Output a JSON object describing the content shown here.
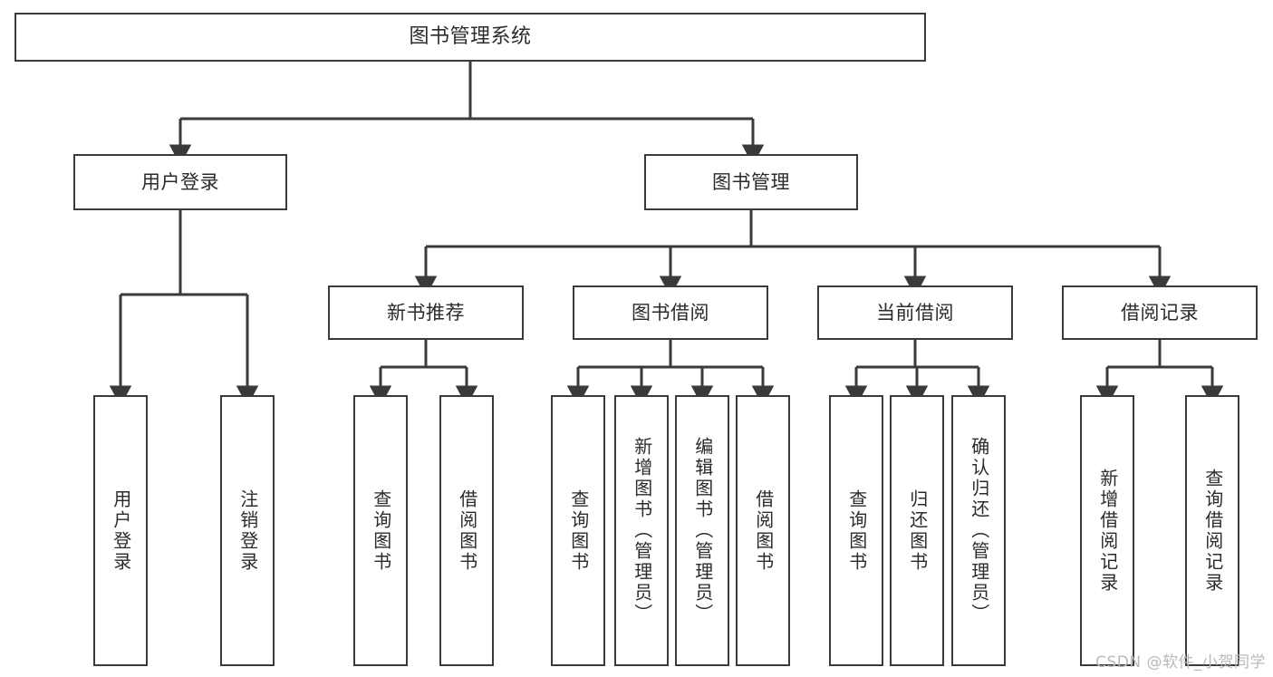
{
  "diagram": {
    "title": "图书管理系统",
    "watermark": "CSDN @软件_小贺同学",
    "colors": {
      "stroke": "#3a3a3a",
      "background": "#ffffff",
      "text": "#2b2b2b",
      "watermark": "#b9b9b9"
    },
    "levels": {
      "root": {
        "label": "图书管理系统"
      },
      "level1": [
        {
          "label": "用户登录"
        },
        {
          "label": "图书管理"
        }
      ],
      "level2": [
        {
          "label": "新书推荐"
        },
        {
          "label": "图书借阅"
        },
        {
          "label": "当前借阅"
        },
        {
          "label": "借阅记录"
        }
      ],
      "leaves": {
        "user_login": [
          {
            "label": "用户登录"
          },
          {
            "label": "注销登录"
          }
        ],
        "new_book_recommend": [
          {
            "label": "查询图书"
          },
          {
            "label": "借阅图书"
          }
        ],
        "book_borrow": [
          {
            "label": "查询图书"
          },
          {
            "label": "新增图书（管理员）"
          },
          {
            "label": "编辑图书（管理员）"
          },
          {
            "label": "借阅图书"
          }
        ],
        "current_borrow": [
          {
            "label": "查询图书"
          },
          {
            "label": "归还图书"
          },
          {
            "label": "确认归还（管理员）"
          }
        ],
        "borrow_record": [
          {
            "label": "新增借阅记录"
          },
          {
            "label": "查询借阅记录"
          }
        ]
      }
    }
  }
}
